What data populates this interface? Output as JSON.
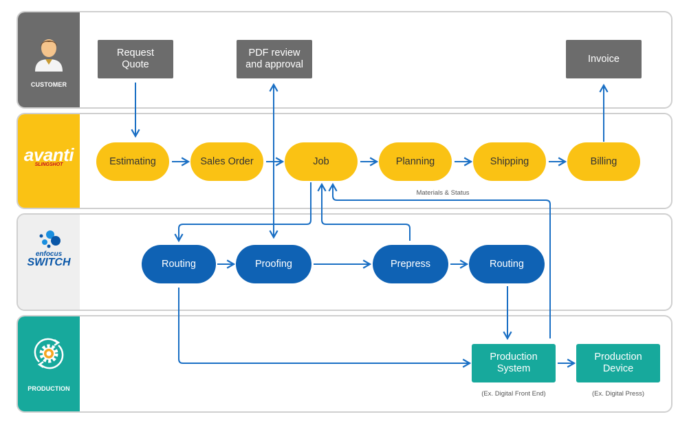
{
  "colors": {
    "customer": "#6c6c6c",
    "avanti": "#fac214",
    "switch": "#0f62b4",
    "production": "#17a99c",
    "arrow": "#1a6fc4"
  },
  "lanes": {
    "customer": {
      "label": "CUSTOMER",
      "icon": "person-icon"
    },
    "avanti": {
      "logo_main": "avanti",
      "logo_sub": "SLINGSHOT"
    },
    "switch": {
      "logo_top": "enfocus",
      "logo_bottom": "SWITCH"
    },
    "production": {
      "label": "PRODUCTION",
      "icon": "gear-cycle-icon"
    }
  },
  "nodes": {
    "request_quote": "Request\nQuote",
    "pdf_review": "PDF review\nand approval",
    "invoice": "Invoice",
    "estimating": "Estimating",
    "sales_order": "Sales Order",
    "job": "Job",
    "planning": "Planning",
    "shipping": "Shipping",
    "billing": "Billing",
    "routing_1": "Routing",
    "proofing": "Proofing",
    "prepress": "Prepress",
    "routing_2": "Routing",
    "production_system": "Production\nSystem",
    "production_device": "Production\nDevice"
  },
  "notes": {
    "materials_status": "Materials & Status",
    "production_system_example": "(Ex. Digital Front End)",
    "production_device_example": "(Ex. Digital Press)"
  }
}
